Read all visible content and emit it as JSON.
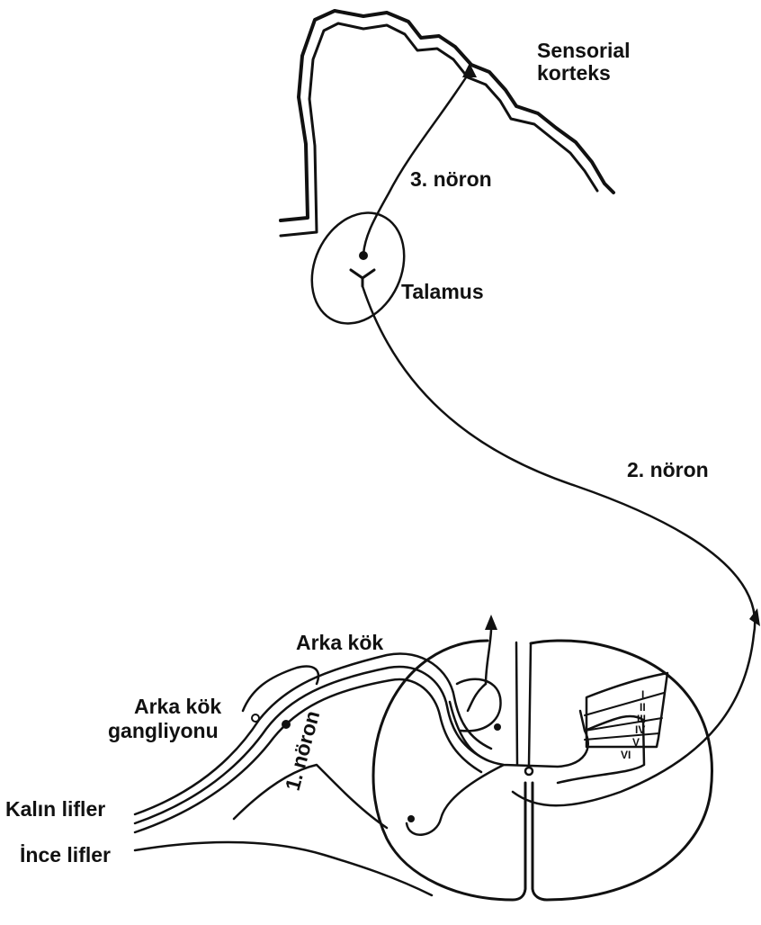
{
  "labels": {
    "sensorial_line1": "Sensorial",
    "sensorial_line2": "korteks",
    "neuron3": "3. nöron",
    "talamus": "Talamus",
    "neuron2": "2. nöron",
    "arka_kok": "Arka kök",
    "ganglion_line1": "Arka kök",
    "ganglion_line2": "gangliyonu",
    "neuron1": "1. nöron",
    "kalin_lifler": "Kalın lifler",
    "ince_lifler": "İnce lifler"
  },
  "laminae": [
    "I",
    "II",
    "III",
    "IV",
    "V",
    "VI"
  ],
  "colors": {
    "ink": "#111111",
    "background": "#ffffff"
  }
}
